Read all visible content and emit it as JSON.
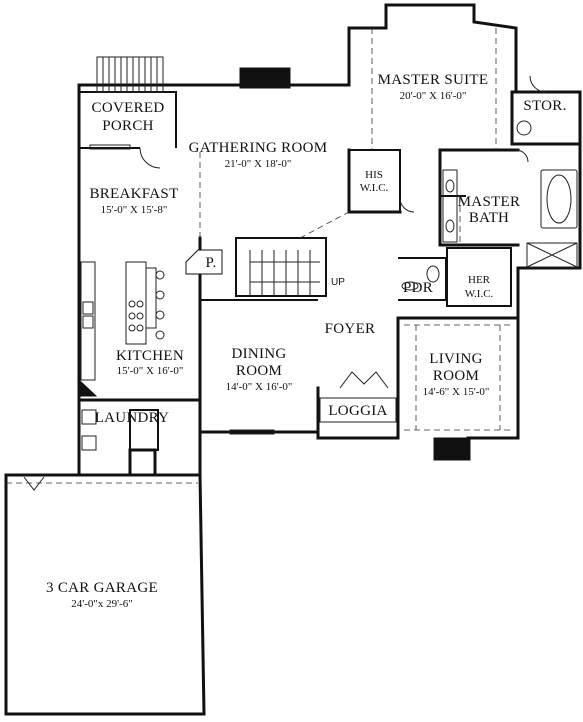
{
  "rooms": {
    "covered_porch": {
      "line1": "COVERED",
      "line2": "PORCH"
    },
    "gathering_room": {
      "name": "GATHERING ROOM",
      "dims": "21'-0\" X 18'-0\""
    },
    "master_suite": {
      "name": "MASTER SUITE",
      "dims": "20'-0\" X 16'-0\""
    },
    "stor": {
      "name": "STOR."
    },
    "his_wic": {
      "line1": "HIS",
      "line2": "W.I.C."
    },
    "master_bath": {
      "line1": "MASTER",
      "line2": "BATH"
    },
    "breakfast": {
      "name": "BREAKFAST",
      "dims": "15'-0\" X 15'-8\""
    },
    "pantry": {
      "name": "P."
    },
    "up": {
      "name": "UP"
    },
    "pdr": {
      "name": "PDR"
    },
    "her_wic": {
      "line1": "HER",
      "line2": "W.I.C."
    },
    "kitchen": {
      "name": "KITCHEN",
      "dims": "15'-0\" X 16'-0\""
    },
    "dining_room": {
      "line1": "DINING",
      "line2": "ROOM",
      "dims": "14'-0\" X 16'-0\""
    },
    "foyer": {
      "name": "FOYER"
    },
    "living_room": {
      "line1": "LIVING",
      "line2": "ROOM",
      "dims": "14'-6\" X 15'-0\""
    },
    "loggia": {
      "name": "LOGGIA"
    },
    "laundry": {
      "name": "LAUNDRY"
    },
    "garage": {
      "name": "3 CAR GARAGE",
      "dims": "24'-0\"x 29'-6\""
    }
  }
}
